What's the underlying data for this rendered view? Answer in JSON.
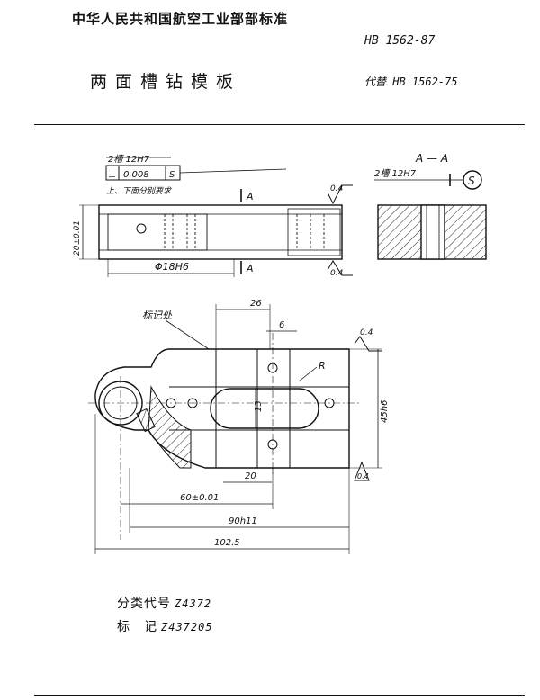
{
  "header": {
    "organization": "中华人民共和国航空工业部部标准",
    "standard_number": "HB 1562-87",
    "title": "两面槽钻模板",
    "replaces": "代替 HB 1562-75"
  },
  "drawing": {
    "front_view": {
      "slot_note": "2槽 12H7",
      "perp_tol_symbol": "⊥",
      "perp_tol_value": "0.008",
      "perp_datum": "S",
      "surface_note": "上、下面分别要求",
      "section_mark_top": "A",
      "section_mark_bottom": "A",
      "height_dim": "20±0.01",
      "hole_dim": "Φ18H6",
      "roughness_top": "0.4",
      "roughness_bottom": "0.4"
    },
    "section_view": {
      "label": "A — A",
      "slot_note": "2槽 12H7",
      "datum": "S"
    },
    "plan_view": {
      "marking_label": "标记处",
      "dim_26": "26",
      "dim_6": "6",
      "radius_label": "R",
      "dim_13": "13",
      "height_dim": "45h6",
      "roughness_right": "0.4",
      "roughness_bottom": "0.4",
      "dim_20": "20",
      "dim_60": "60±0.01",
      "dim_90": "90h11",
      "dim_1025": "102.5"
    }
  },
  "footer": {
    "class_label": "分类代号",
    "class_value": "Z4372",
    "mark_label": "标　记",
    "mark_value": "Z437205"
  }
}
